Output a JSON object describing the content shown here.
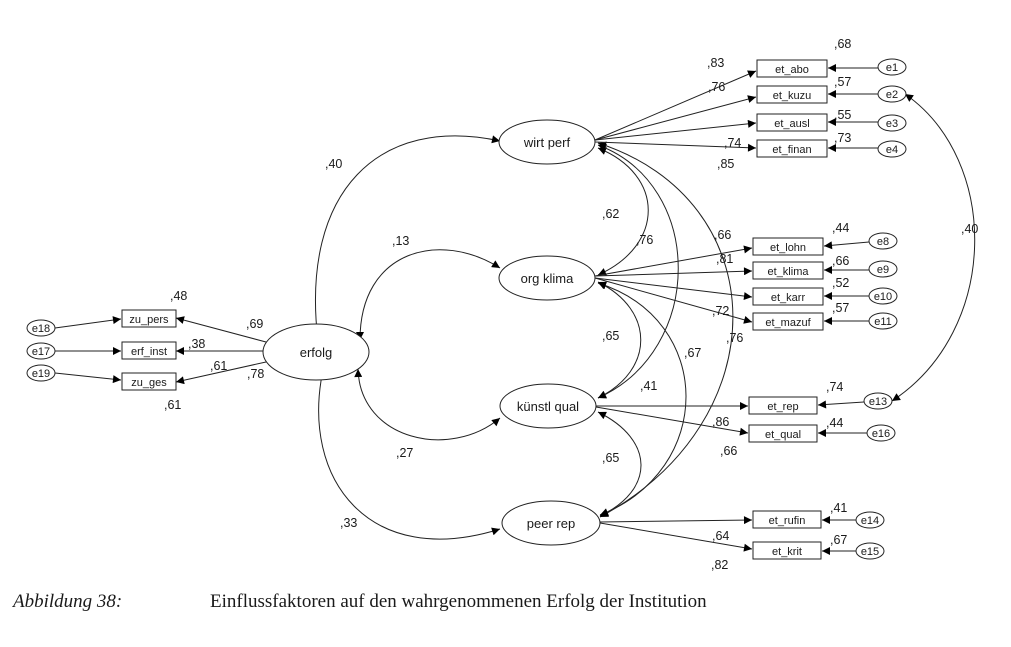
{
  "diagram": {
    "latents": [
      {
        "id": "wirt",
        "label": "wirt perf"
      },
      {
        "id": "org",
        "label": "org klima"
      },
      {
        "id": "kuenstl",
        "label": "künstl qual"
      },
      {
        "id": "peer",
        "label": "peer rep"
      },
      {
        "id": "erfolg",
        "label": "erfolg"
      }
    ],
    "observed": [
      {
        "id": "et_abo",
        "label": "et_abo"
      },
      {
        "id": "et_kuzu",
        "label": "et_kuzu"
      },
      {
        "id": "et_ausl",
        "label": "et_ausl"
      },
      {
        "id": "et_finan",
        "label": "et_finan"
      },
      {
        "id": "et_lohn",
        "label": "et_lohn"
      },
      {
        "id": "et_klima",
        "label": "et_klima"
      },
      {
        "id": "et_karr",
        "label": "et_karr"
      },
      {
        "id": "et_mazuf",
        "label": "et_mazuf"
      },
      {
        "id": "et_rep",
        "label": "et_rep"
      },
      {
        "id": "et_qual",
        "label": "et_qual"
      },
      {
        "id": "et_rufin",
        "label": "et_rufin"
      },
      {
        "id": "et_krit",
        "label": "et_krit"
      },
      {
        "id": "zu_pers",
        "label": "zu_pers"
      },
      {
        "id": "erf_inst",
        "label": "erf_inst"
      },
      {
        "id": "zu_ges",
        "label": "zu_ges"
      }
    ],
    "errors": [
      {
        "id": "e1",
        "label": "e1"
      },
      {
        "id": "e2",
        "label": "e2"
      },
      {
        "id": "e3",
        "label": "e3"
      },
      {
        "id": "e4",
        "label": "e4"
      },
      {
        "id": "e8",
        "label": "e8"
      },
      {
        "id": "e9",
        "label": "e9"
      },
      {
        "id": "e10",
        "label": "e10"
      },
      {
        "id": "e11",
        "label": "e11"
      },
      {
        "id": "e13",
        "label": "e13"
      },
      {
        "id": "e16",
        "label": "e16"
      },
      {
        "id": "e14",
        "label": "e14"
      },
      {
        "id": "e15",
        "label": "e15"
      },
      {
        "id": "e18",
        "label": "e18"
      },
      {
        "id": "e17",
        "label": "e17"
      },
      {
        "id": "e19",
        "label": "e19"
      }
    ],
    "loadings": {
      "wirt_et_abo": ",83",
      "wirt_et_kuzu": ",76",
      "wirt_et_ausl": ",74",
      "wirt_et_finan": ",85",
      "org_et_lohn": ",66",
      "org_et_klima": ",81",
      "org_et_karr": ",72",
      "org_et_mazuf": ",76",
      "kuenstl_et_rep": ",86",
      "kuenstl_et_qual": ",66",
      "peer_et_rufin": ",64",
      "peer_et_krit": ",82",
      "erfolg_zu_pers": ",69",
      "erfolg_erf_inst": ",38",
      "erfolg_zu_ges": ",61",
      "erfolg_zu_ges_b": ",78"
    },
    "r_squared": {
      "et_abo": ",68",
      "et_kuzu": ",57",
      "et_ausl": ",55",
      "et_finan": ",73",
      "et_lohn": ",44",
      "et_klima": ",66",
      "et_karr": ",52",
      "et_mazuf": ",57",
      "et_rep": ",74",
      "et_qual": ",44",
      "et_rufin": ",41",
      "et_krit": ",67",
      "zu_pers": ",48",
      "zu_ges": ",61"
    },
    "correlations": {
      "wirt_erfolg": ",40",
      "org_erfolg": ",13",
      "kuenstl_erfolg": ",27",
      "peer_erfolg": ",33",
      "wirt_org": ",62",
      "wirt_kuenstl": ",76",
      "wirt_peer": ",67",
      "org_kuenstl": ",65",
      "org_peer": ",41",
      "kuenstl_peer": ",65",
      "e2_e13": ",40"
    }
  },
  "caption": {
    "label": "Abbildung 38:",
    "text": "Einflussfaktoren auf den wahrgenommenen Erfolg der Institution"
  }
}
